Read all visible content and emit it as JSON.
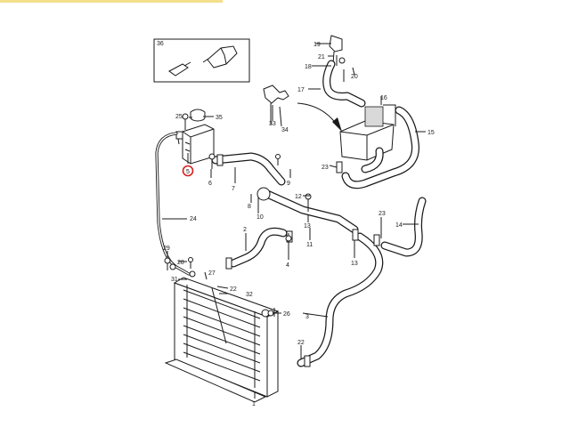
{
  "colors": {
    "accent": "#f3df8a",
    "highlight": "#d81e1e",
    "line": "#1a1a1a"
  },
  "highlighted_callout": "5",
  "callouts": [
    {
      "id": "c36",
      "text": "36"
    },
    {
      "id": "c19",
      "text": "19"
    },
    {
      "id": "c21",
      "text": "21"
    },
    {
      "id": "c17",
      "text": "17"
    },
    {
      "id": "c18",
      "text": "18"
    },
    {
      "id": "c20",
      "text": "20"
    },
    {
      "id": "c16",
      "text": "16"
    },
    {
      "id": "c15",
      "text": "15"
    },
    {
      "id": "c25",
      "text": "25"
    },
    {
      "id": "c35",
      "text": "35"
    },
    {
      "id": "c33",
      "text": "33"
    },
    {
      "id": "c34",
      "text": "34"
    },
    {
      "id": "c5",
      "text": "5"
    },
    {
      "id": "c6",
      "text": "6"
    },
    {
      "id": "c7",
      "text": "7"
    },
    {
      "id": "c9",
      "text": "9"
    },
    {
      "id": "c23a",
      "text": "23"
    },
    {
      "id": "c8",
      "text": "8"
    },
    {
      "id": "c10",
      "text": "10"
    },
    {
      "id": "c12",
      "text": "12"
    },
    {
      "id": "c13a",
      "text": "13"
    },
    {
      "id": "c24",
      "text": "24"
    },
    {
      "id": "c11",
      "text": "11"
    },
    {
      "id": "c23b",
      "text": "23"
    },
    {
      "id": "c14",
      "text": "14"
    },
    {
      "id": "c2",
      "text": "2"
    },
    {
      "id": "c4",
      "text": "4"
    },
    {
      "id": "c13b",
      "text": "13"
    },
    {
      "id": "c29",
      "text": "29"
    },
    {
      "id": "c28",
      "text": "28"
    },
    {
      "id": "c27",
      "text": "27"
    },
    {
      "id": "c31",
      "text": "31"
    },
    {
      "id": "c22a",
      "text": "22"
    },
    {
      "id": "c32",
      "text": "32"
    },
    {
      "id": "c26",
      "text": "26"
    },
    {
      "id": "c3",
      "text": "3"
    },
    {
      "id": "c22b",
      "text": "22"
    },
    {
      "id": "c1",
      "text": "1"
    }
  ]
}
